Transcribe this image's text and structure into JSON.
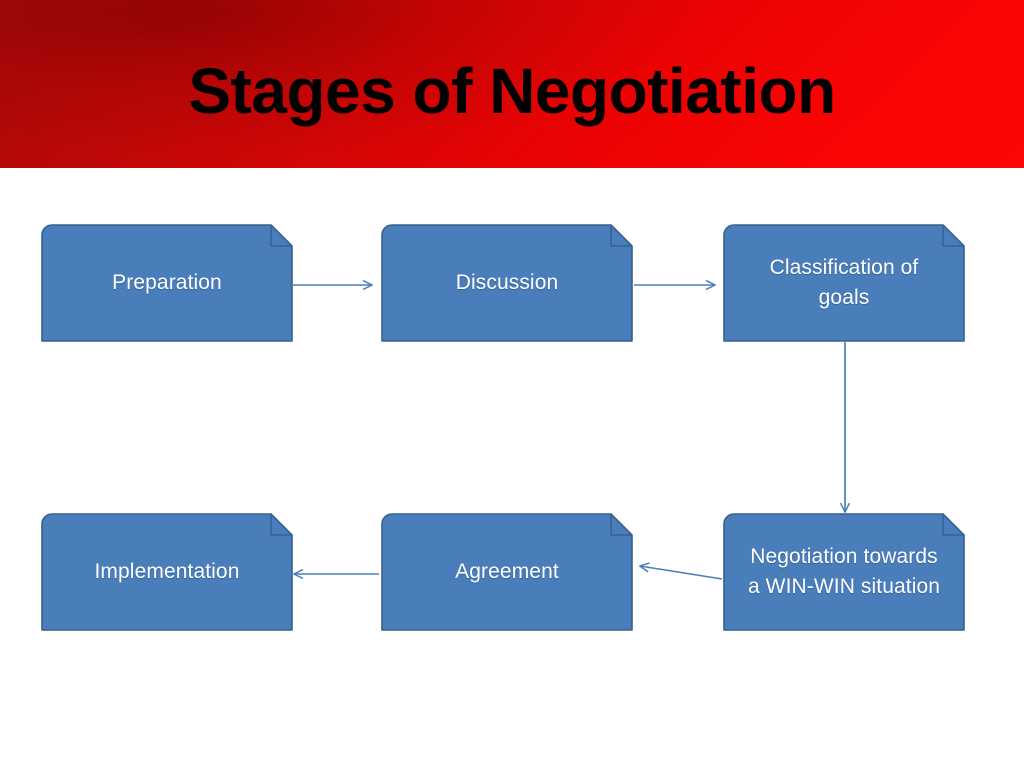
{
  "header": {
    "title": "Stages of Negotiation",
    "gradient_from": "#a50a0a",
    "gradient_to": "#ff0505",
    "title_color": "#000000"
  },
  "theme": {
    "box_fill": "#4a7ebb",
    "box_fill_top": "#5289c4",
    "box_border": "#35608f",
    "box_text": "#ffffff",
    "connector_color": "#4a7ebb",
    "page_background": "#ffffff"
  },
  "diagram": {
    "type": "process-flow",
    "title": "Stages of Negotiation",
    "nodes": [
      {
        "id": "preparation",
        "label": "Preparation",
        "row": 1,
        "col": 1
      },
      {
        "id": "discussion",
        "label": "Discussion",
        "row": 1,
        "col": 2
      },
      {
        "id": "classification",
        "label": "Classification of goals",
        "row": 1,
        "col": 3
      },
      {
        "id": "negotiation",
        "label": "Negotiation towards a WIN-WIN situation",
        "row": 2,
        "col": 3
      },
      {
        "id": "agreement",
        "label": "Agreement",
        "row": 2,
        "col": 2
      },
      {
        "id": "implementation",
        "label": "Implementation",
        "row": 2,
        "col": 1
      }
    ],
    "edges": [
      {
        "from": "preparation",
        "to": "discussion",
        "direction": "right"
      },
      {
        "from": "discussion",
        "to": "classification",
        "direction": "right"
      },
      {
        "from": "classification",
        "to": "negotiation",
        "direction": "down"
      },
      {
        "from": "negotiation",
        "to": "agreement",
        "direction": "left"
      },
      {
        "from": "agreement",
        "to": "implementation",
        "direction": "left"
      }
    ]
  }
}
